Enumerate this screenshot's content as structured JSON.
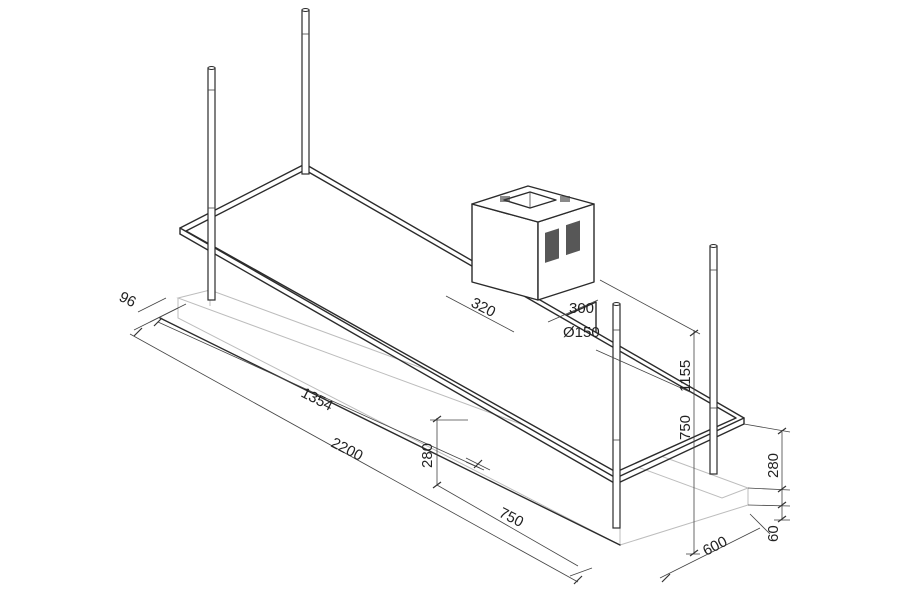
{
  "dimensions": {
    "d96": "96",
    "d1354": "1354",
    "d2200": "2200",
    "d280_left": "280",
    "d750_bottom": "750",
    "d320": "320",
    "d300": "300",
    "dia150": "Ø150",
    "d1155": "1155",
    "d750_vertical": "750",
    "d280_right": "280",
    "d60": "60",
    "d600": "600"
  },
  "colors": {
    "line": "#2b2b2b",
    "background": "#ffffff"
  }
}
